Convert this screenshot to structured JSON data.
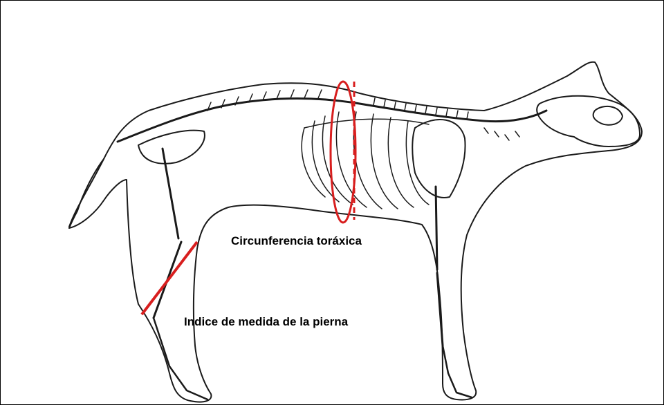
{
  "diagram": {
    "labels": {
      "chest_circumference": "Circunferencia toráxica",
      "leg_measure": "Indice de medida de la pierna"
    },
    "colors": {
      "outline": "#1a1a1a",
      "measure_marker": "#d81e1e",
      "background": "#ffffff"
    },
    "icons": {
      "subject": "cat-skeleton-illustration"
    }
  }
}
